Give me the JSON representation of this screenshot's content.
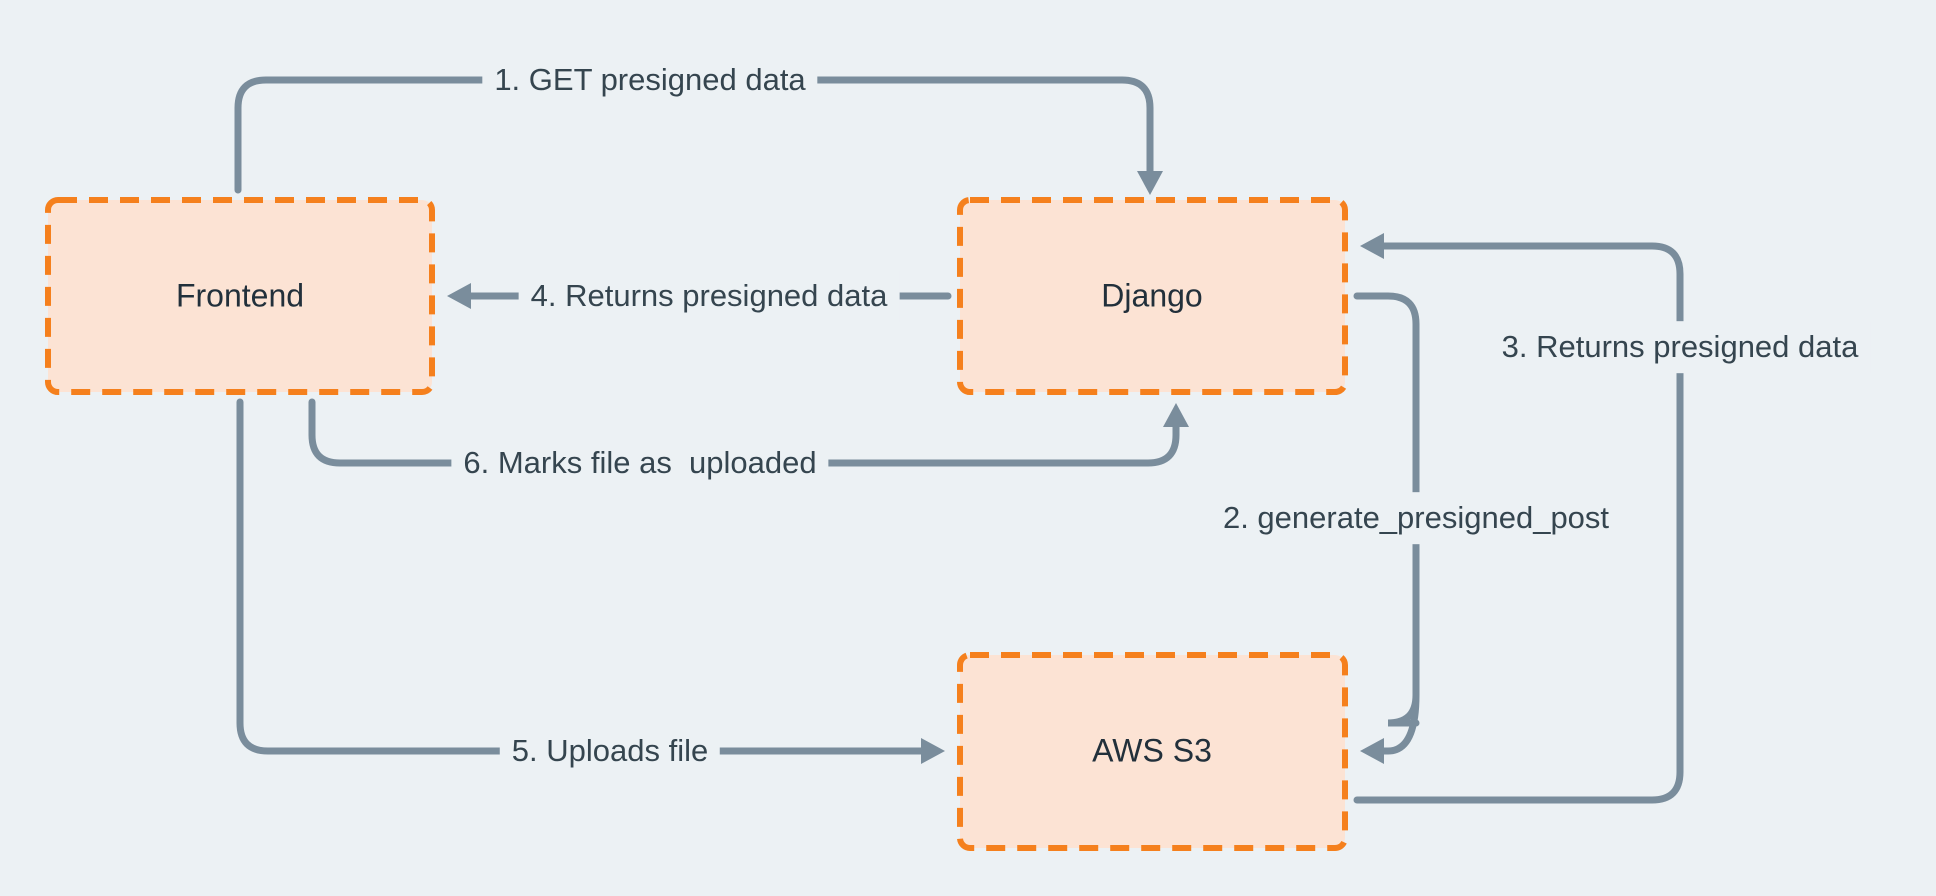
{
  "diagram": {
    "title": "Presigned upload flow (Frontend / Django / AWS S3)",
    "colors": {
      "background": "#ECF1F4",
      "node_fill": "#FCE3D4",
      "node_border": "#F5801D",
      "arrow": "#7A8D9C",
      "edge_label_text": "#35454F",
      "node_label_text": "#22303B"
    },
    "nodes": {
      "frontend": {
        "label": "Frontend"
      },
      "django": {
        "label": "Django"
      },
      "aws_s3": {
        "label": "AWS S3"
      }
    },
    "edges": {
      "e1": {
        "label": "1. GET presigned data",
        "from": "Frontend",
        "to": "Django"
      },
      "e2": {
        "label": "2. generate_presigned_post",
        "from": "Django",
        "to": "AWS S3"
      },
      "e3": {
        "label": "3. Returns presigned data",
        "from": "AWS S3",
        "to": "Django"
      },
      "e4": {
        "label": "4. Returns presigned data",
        "from": "Django",
        "to": "Frontend"
      },
      "e5": {
        "label": "5. Uploads file",
        "from": "Frontend",
        "to": "AWS S3"
      },
      "e6": {
        "label": "6. Marks file as  uploaded",
        "from": "Frontend",
        "to": "Django"
      }
    }
  }
}
